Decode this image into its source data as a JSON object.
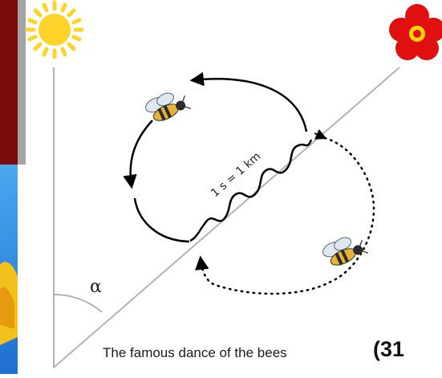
{
  "diagram": {
    "angle_label": "α",
    "rate_label": "1 s = 1 km",
    "caption": "The famous dance of the bees",
    "page_marker": "(31",
    "icons": [
      "sun-icon",
      "flower-icon",
      "bee-icon"
    ],
    "colors": {
      "backdrop_dark": "#7a0c0c",
      "backdrop_blue": "#2a8fe0",
      "backdrop_yellow": "#f2c21a",
      "sun": "#ffd42a",
      "flower_petal": "#e01010",
      "flower_center": "#ffd400",
      "guide_line": "#b3b3b3",
      "dance_path": "#000000"
    }
  }
}
